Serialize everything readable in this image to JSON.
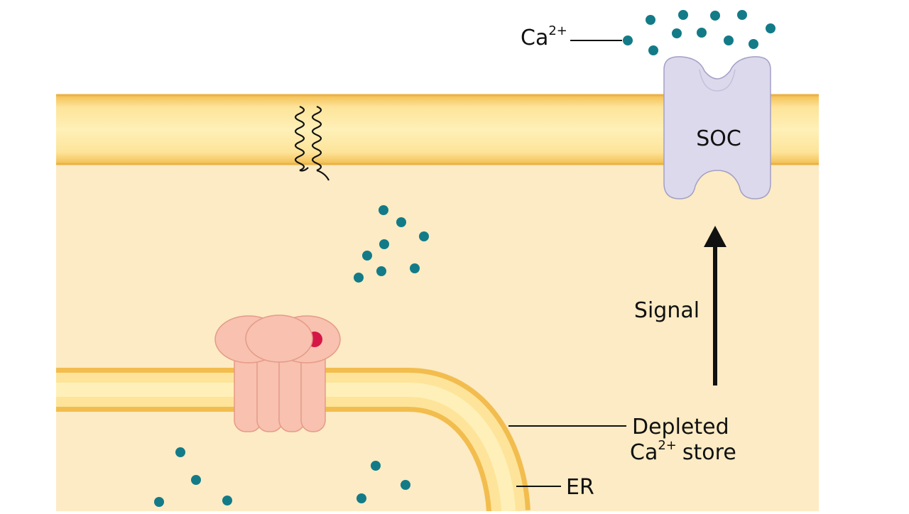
{
  "labels": {
    "ion_main": "Ca",
    "ion_charge": "2+",
    "channel": "SOC",
    "signal": "Signal",
    "store_line1": "Depleted",
    "store_ion": "Ca",
    "store_charge": "2+",
    "store_word": "store",
    "er": "ER"
  },
  "colors": {
    "cytoplasm": "#fcebc4",
    "membrane_light": "#fde49a",
    "membrane_dark": "#f2bd4e",
    "soc_fill": "#dcd9ec",
    "soc_stroke": "#a39fc6",
    "receptor_fill": "#f8c1b0",
    "receptor_stroke": "#e59b87",
    "ligand": "#d61646",
    "calcium": "#137b88",
    "text": "#111111"
  },
  "icons": {
    "membrane_protein": "serpentine-receptor-icon",
    "calcium": "calcium-ion-dot",
    "signal": "up-arrow-icon"
  }
}
